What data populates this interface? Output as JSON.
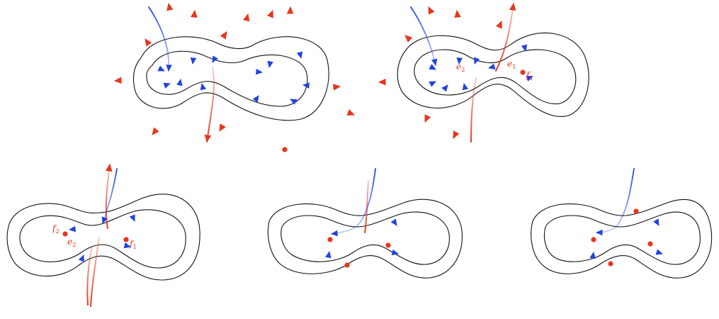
{
  "colors": {
    "red": "#e8361c",
    "blue": "#1f43e0",
    "outline": "#111111",
    "background": "#ffffff"
  },
  "panels": [
    {
      "id": "panel-1",
      "labels": []
    },
    {
      "id": "panel-2",
      "labels": [
        {
          "id": "e2",
          "base": "e",
          "sub": "2"
        },
        {
          "id": "e1",
          "base": "e",
          "sub": "1"
        },
        {
          "id": "f1",
          "base": "f",
          "sub": "1"
        }
      ]
    },
    {
      "id": "panel-3",
      "labels": [
        {
          "id": "f2",
          "base": "f",
          "sub": "2"
        },
        {
          "id": "e2",
          "base": "e",
          "sub": "2"
        },
        {
          "id": "f1",
          "base": "f",
          "sub": "1"
        }
      ]
    },
    {
      "id": "panel-4",
      "labels": []
    },
    {
      "id": "panel-5",
      "labels": []
    }
  ]
}
